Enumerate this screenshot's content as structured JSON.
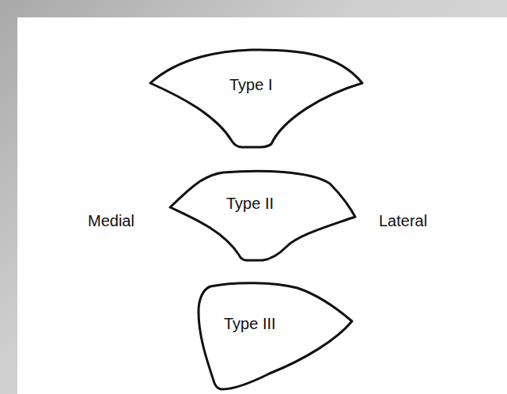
{
  "diagram": {
    "nodes": [
      {
        "text": [
          "Type I"
        ]
      },
      {
        "text": [
          "Type II"
        ]
      },
      {
        "text": [
          "Type III"
        ]
      }
    ],
    "labels": [
      "Medial",
      "Lateral"
    ]
  }
}
